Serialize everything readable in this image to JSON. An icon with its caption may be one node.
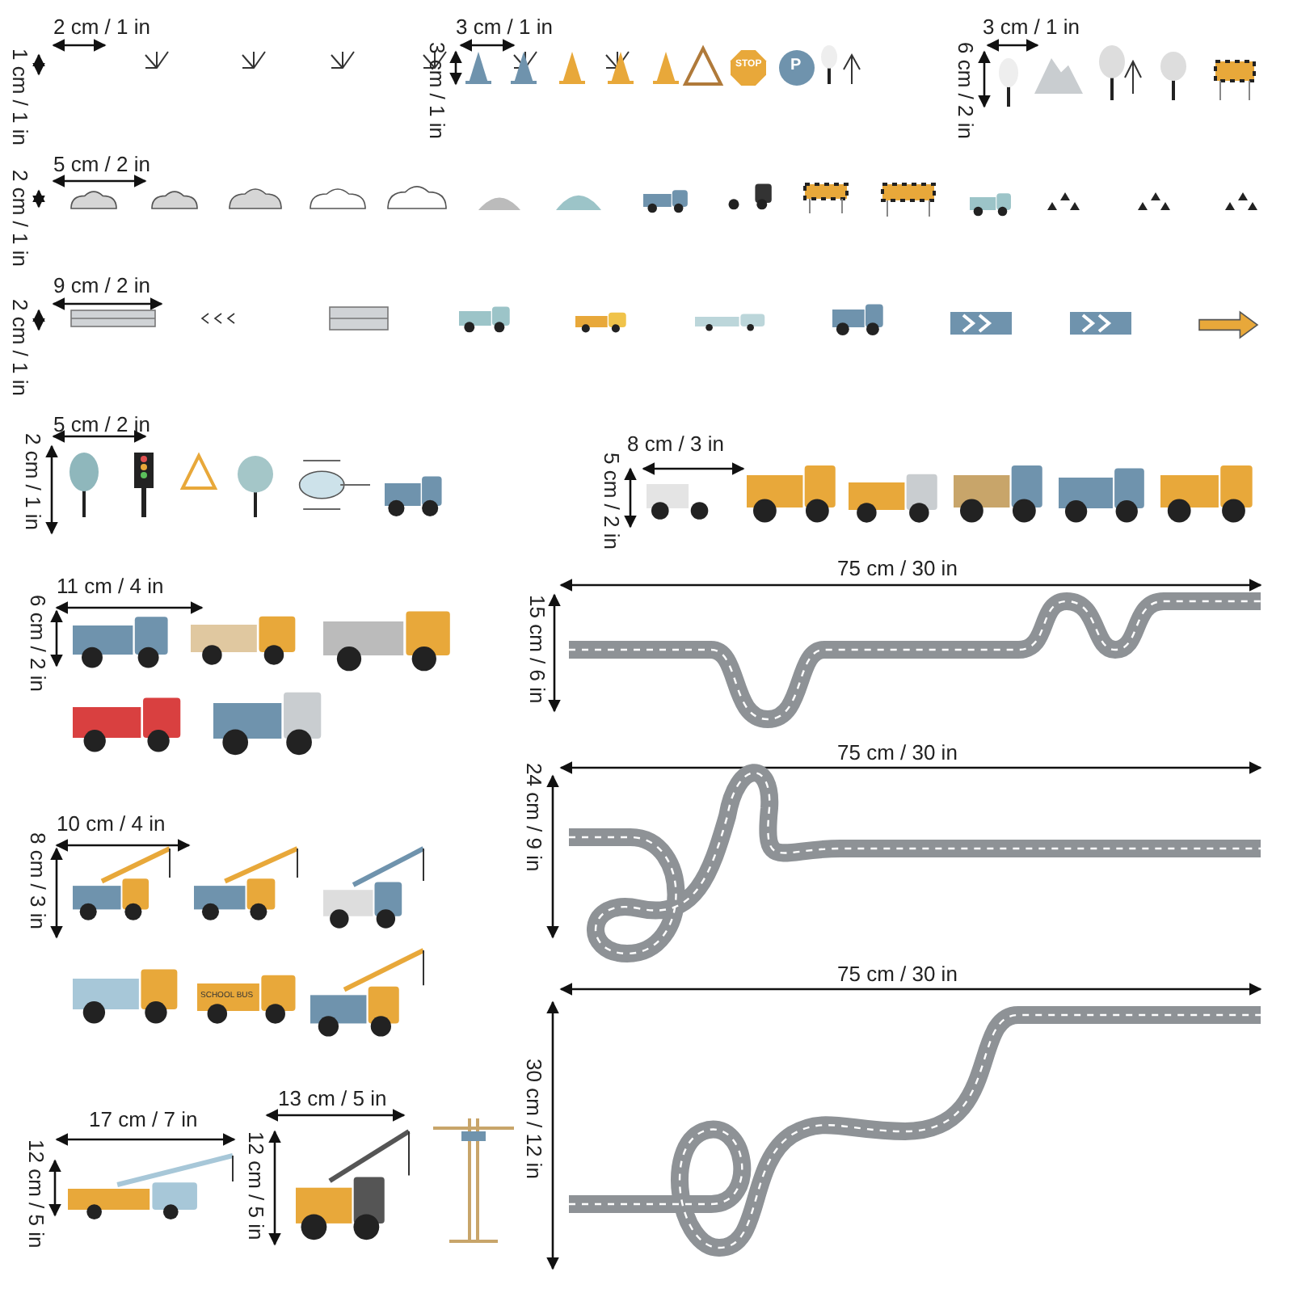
{
  "diagram": {
    "labels": [
      "2 cm / 1 in",
      "1 cm / 1 in",
      "3 cm / 1 in",
      "3 cm / 1 in",
      "STOP",
      "P",
      "3 cm / 1 in",
      "6 cm / 2 in",
      "5 cm / 2 in",
      "2 cm / 1 in",
      "9 cm / 2 in",
      "2 cm / 1 in",
      "5 cm / 2 in",
      "2 cm / 1 in",
      "8 cm / 3 in",
      "5 cm / 2 in",
      "75 cm / 30 in",
      "15 cm / 6 in",
      "11 cm / 4 in",
      "6 cm / 2 in",
      "75 cm / 30 in",
      "24 cm / 9 in",
      "10 cm / 4 in",
      "8 cm / 3 in",
      "SCHOOL BUS",
      "75 cm / 30 in",
      "30 cm / 12 in",
      "13 cm / 5 in",
      "17 cm / 7 in",
      "12 cm / 5 in",
      "12 cm / 5 in"
    ]
  }
}
